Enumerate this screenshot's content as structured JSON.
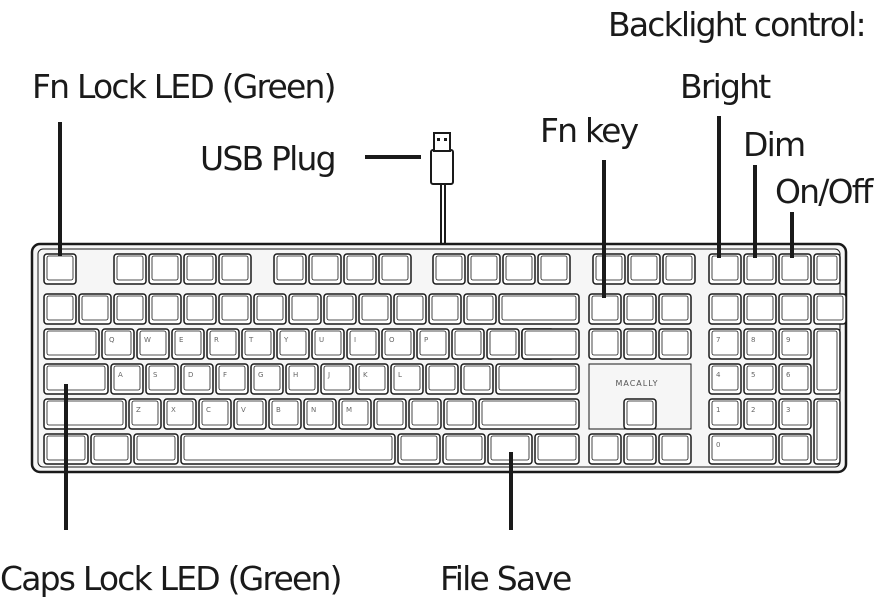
{
  "labels": {
    "backlight_control": "Backlight control:",
    "fn_lock_led": "Fn Lock LED (Green)",
    "bright": "Bright",
    "usb_plug": "USB Plug",
    "fn_key": "Fn key",
    "dim": "Dim",
    "on_off": "On/Off",
    "caps_lock_led": "Caps Lock LED (Green)",
    "file_save": "File Save"
  },
  "keyboard": {
    "brand": "MACALLY",
    "letters_row1": [
      "Q",
      "W",
      "E",
      "R",
      "T",
      "Y",
      "U",
      "I",
      "O",
      "P"
    ],
    "letters_row2": [
      "A",
      "S",
      "D",
      "F",
      "G",
      "H",
      "J",
      "K",
      "L"
    ],
    "letters_row3": [
      "Z",
      "X",
      "C",
      "V",
      "B",
      "N",
      "M"
    ],
    "numpad": [
      "7",
      "8",
      "9",
      "4",
      "5",
      "6",
      "1",
      "2",
      "3",
      "0"
    ]
  },
  "colors": {
    "ink": "#1a1a1a",
    "keycap": "#ffffff",
    "body": "#f6f6f6"
  }
}
